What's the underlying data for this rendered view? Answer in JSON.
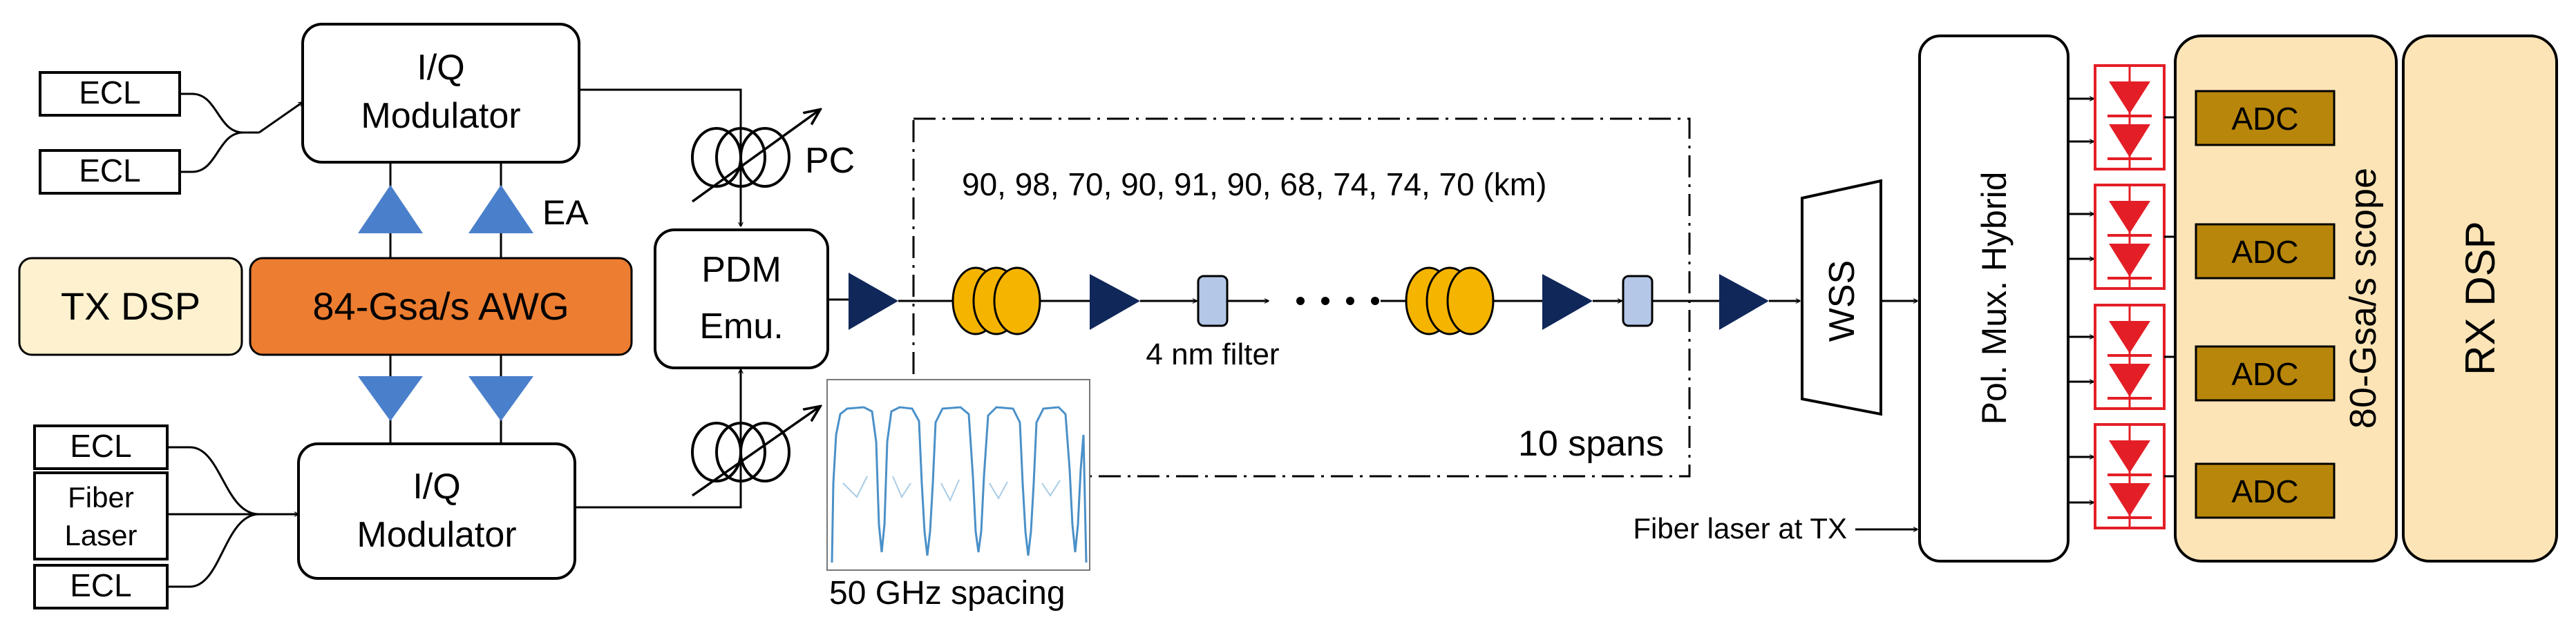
{
  "ecl_label": "ECL",
  "fiber_laser": {
    "line1": "Fiber",
    "line2": "Laser"
  },
  "iq_modulator": {
    "line1": "I/Q",
    "line2": "Modulator"
  },
  "tx_dsp": "TX DSP",
  "awg": "84-Gsa/s AWG",
  "amp_label": "EA",
  "pc_label": "PC",
  "pdm_emulator": {
    "line1": "PDM",
    "line2": "Emu."
  },
  "spans_distances": "90, 98, 70, 90, 91, 90, 68, 74, 74, 70 (km)",
  "filter_label": "4 nm filter",
  "spans_count": "10 spans",
  "spectrum_label": "50 GHz spacing",
  "wss": "WSS",
  "hybrid": "Pol. Mux. Hybrid",
  "lo_label": "Fiber laser at TX",
  "adc_label": "ADC",
  "scope": "80-Gsa/s scope",
  "rx_dsp": "RX DSP",
  "colors": {
    "awg_fill": "#ED7D31",
    "tx_dsp_fill": "#FDF1CF",
    "amp_blue": "#4A7FCB",
    "edfa_navy": "#10275A",
    "coil_fill": "#F5B400",
    "filter_fill": "#B4C7E7",
    "scope_fill": "#FCE4B6",
    "adc_fill": "#B8860B",
    "pd_red": "#E41E26",
    "spectrum_line": "#4A90C8"
  }
}
